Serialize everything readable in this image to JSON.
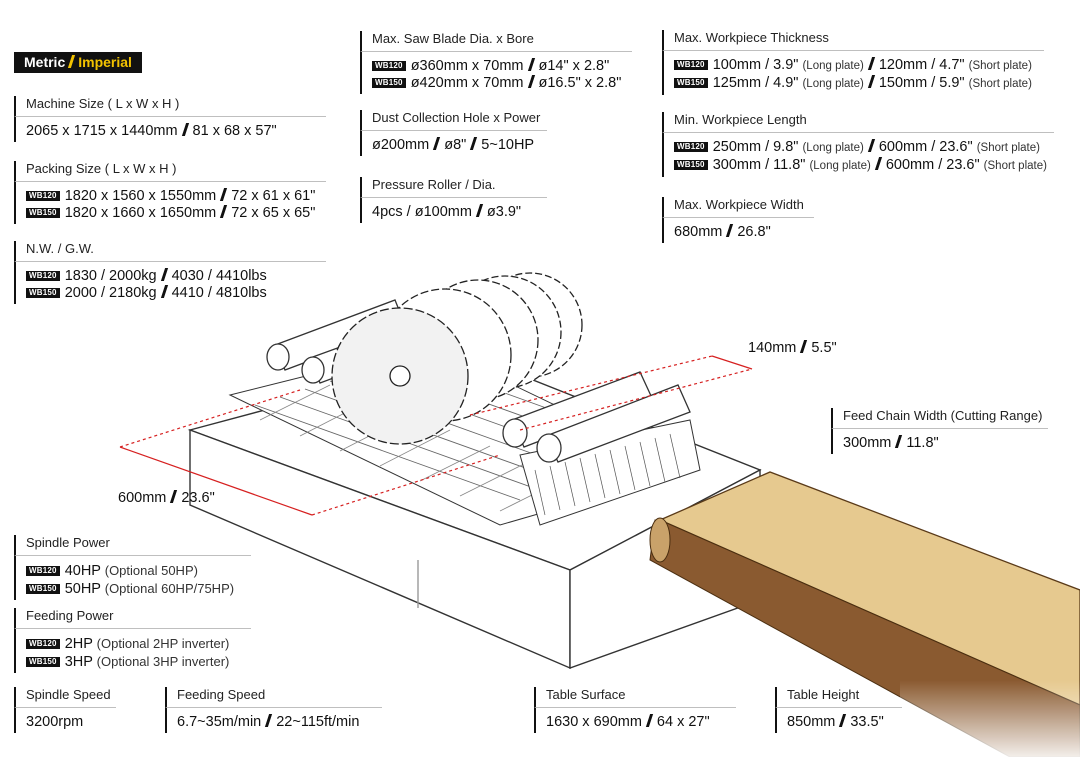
{
  "unit_toggle": {
    "metric": "Metric",
    "imperial": "Imperial"
  },
  "models": {
    "a": "WB120",
    "b": "WB150"
  },
  "machine_size": {
    "label": "Machine Size ( L x W x H )",
    "metric": "2065 x 1715 x 1440mm",
    "imperial": "81 x 68 x 57\""
  },
  "packing_size": {
    "label": "Packing Size ( L x W x H )",
    "wb120_metric": "1820 x 1560 x 1550mm",
    "wb120_imperial": "72 x 61 x 61\"",
    "wb150_metric": "1820 x 1660 x 1650mm",
    "wb150_imperial": "72 x 65 x 65\""
  },
  "weight": {
    "label": "N.W. / G.W.",
    "wb120_metric": "1830 / 2000kg",
    "wb120_imperial": "4030 / 4410lbs",
    "wb150_metric": "2000 / 2180kg",
    "wb150_imperial": "4410 / 4810lbs"
  },
  "saw_blade": {
    "label": "Max. Saw Blade Dia. x Bore",
    "wb120_metric": "ø360mm x 70mm",
    "wb120_imperial": "ø14\" x 2.8\"",
    "wb150_metric": "ø420mm x 70mm",
    "wb150_imperial": "ø16.5\" x 2.8\""
  },
  "dust": {
    "label": "Dust Collection Hole x Power",
    "metric": "ø200mm",
    "imperial": "ø8\"",
    "power": "5~10HP"
  },
  "roller": {
    "label": "Pressure Roller / Dia.",
    "metric": "4pcs / ø100mm",
    "imperial": "ø3.9\""
  },
  "thickness": {
    "label": "Max. Workpiece Thickness",
    "wb120_long": "100mm / 3.9\"",
    "wb120_short": "120mm / 4.7\"",
    "wb150_long": "125mm / 4.9\"",
    "wb150_short": "150mm / 5.9\"",
    "long_note": "(Long plate)",
    "short_note": "(Short plate)"
  },
  "length": {
    "label": "Min. Workpiece Length",
    "wb120_long": "250mm / 9.8\"",
    "wb120_short": "600mm / 23.6\"",
    "wb150_long": "300mm / 11.8\"",
    "wb150_short": "600mm / 23.6\"",
    "long_note": "(Long plate)",
    "short_note": "(Short plate)"
  },
  "width": {
    "label": "Max. Workpiece Width",
    "metric": "680mm",
    "imperial": "26.8\""
  },
  "chain": {
    "label": "Feed Chain Width (Cutting Range)",
    "metric": "300mm",
    "imperial": "11.8\""
  },
  "spindle_power": {
    "label": "Spindle Power",
    "wb120_value": "40HP",
    "wb120_note": "(Optional 50HP)",
    "wb150_value": "50HP",
    "wb150_note": "(Optional 60HP/75HP)"
  },
  "feeding_power": {
    "label": "Feeding Power",
    "wb120_value": "2HP",
    "wb120_note": "(Optional 2HP inverter)",
    "wb150_value": "3HP",
    "wb150_note": "(Optional 3HP inverter)"
  },
  "spindle_speed": {
    "label": "Spindle Speed",
    "value": "3200rpm"
  },
  "feeding_speed": {
    "label": "Feeding Speed",
    "metric": "6.7~35m/min",
    "imperial": "22~115ft/min"
  },
  "table_surface": {
    "label": "Table Surface",
    "metric": "1630 x 690mm",
    "imperial": "64 x 27\""
  },
  "table_height": {
    "label": "Table Height",
    "metric": "850mm",
    "imperial": "33.5\""
  },
  "dim_140": {
    "metric": "140mm",
    "imperial": "5.5\""
  },
  "dim_600": {
    "metric": "600mm",
    "imperial": "23.6\""
  },
  "colors": {
    "accent": "#f2c200",
    "ink": "#111111",
    "dim_line": "#d62020",
    "wood": "#e6c98f"
  }
}
